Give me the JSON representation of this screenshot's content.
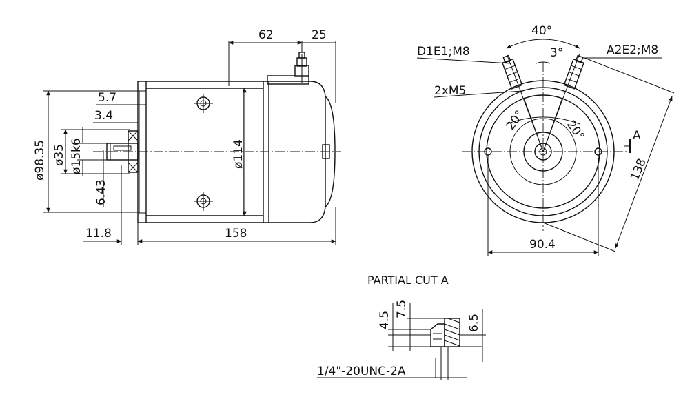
{
  "side_view": {
    "dim_62": "62",
    "dim_25": "25",
    "dim_5_7": "5.7",
    "dim_3_4": "3.4",
    "dim_98_35": "ø98.35",
    "dim_35": "ø35",
    "dim_15k6": "ø15k6",
    "dim_6_43": "6.43",
    "dim_114": "ø114",
    "dim_11_8": "11.8",
    "dim_158": "158"
  },
  "end_view": {
    "dim_40": "40°",
    "dim_3": "3°",
    "label_d1e1": "D1E1;M8",
    "label_a2e2": "A2E2;M8",
    "label_2xm5": "2xM5",
    "dim_20_left": "20°",
    "dim_20_right": "20°",
    "section_mark": "A",
    "dim_138": "138",
    "dim_90_4": "90.4"
  },
  "partial_cut": {
    "title": "PARTIAL CUT A",
    "dim_4_5": "4.5",
    "dim_7_5": "7.5",
    "dim_6_5": "6.5",
    "thread_label": "1/4\"-20UNC-2A"
  }
}
